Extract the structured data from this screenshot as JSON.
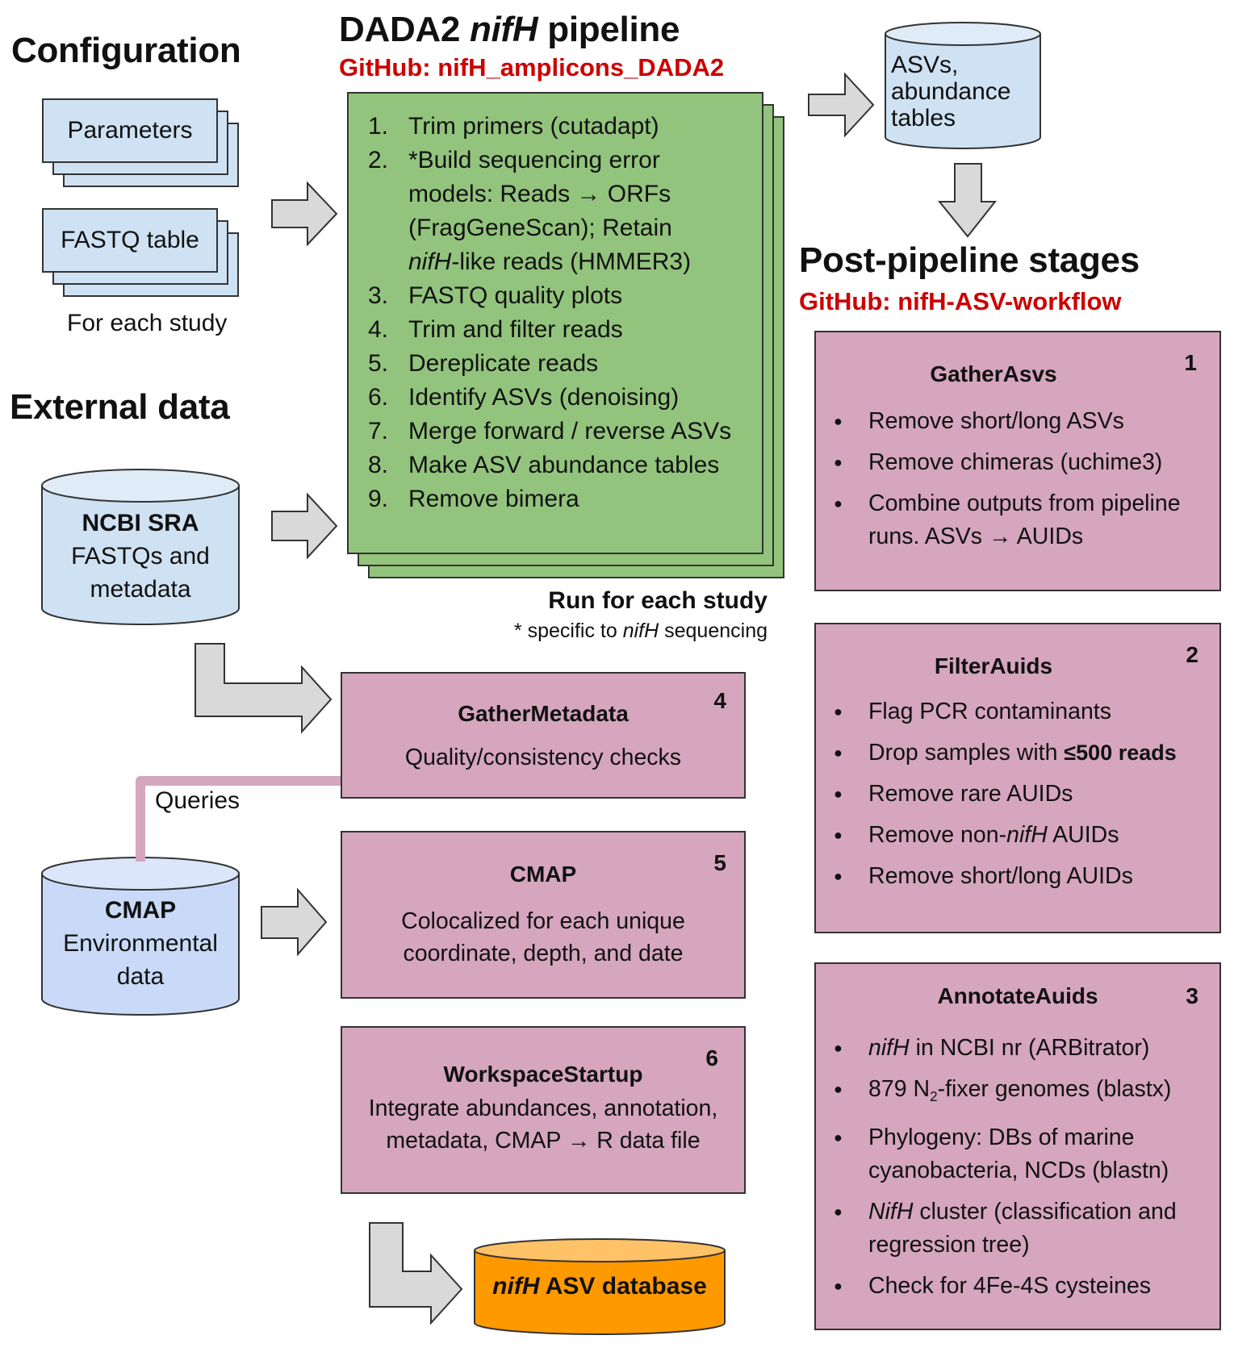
{
  "configuration": {
    "heading": "Configuration",
    "docs": [
      {
        "label": "Parameters"
      },
      {
        "label": "FASTQ table"
      }
    ],
    "caption": "For each study"
  },
  "external": {
    "heading": "External data",
    "ncbi": {
      "title": "NCBI SRA",
      "line1": "FASTQs and",
      "line2": "metadata"
    },
    "cmap": {
      "title": "CMAP",
      "line1": "Environmental",
      "line2": "data"
    },
    "queries_label": "Queries"
  },
  "pipeline": {
    "heading_pre": "DADA2 ",
    "heading_ital": "nifH",
    "heading_post": " pipeline",
    "github": "GitHub: nifH_amplicons_DADA2",
    "steps": [
      {
        "num": "1.",
        "text": "Trim primers (cutadapt)"
      },
      {
        "num": "2.",
        "line1": "*Build sequencing error",
        "line2": "models:  Reads → ORFs",
        "line3": "(FragGeneScan); Retain",
        "line4_ital": "nifH",
        "line4_rest": "-like reads (HMMER3)"
      },
      {
        "num": "3.",
        "text": "FASTQ quality plots"
      },
      {
        "num": "4.",
        "text": "Trim and filter reads"
      },
      {
        "num": "5.",
        "text": "Dereplicate reads"
      },
      {
        "num": "6.",
        "text": "Identify ASVs (denoising)"
      },
      {
        "num": "7.",
        "text": "Merge forward / reverse ASVs"
      },
      {
        "num": "8.",
        "text": "Make ASV abundance tables"
      },
      {
        "num": "9.",
        "text": "Remove bimera"
      }
    ],
    "run_label": "Run for each study",
    "footnote_pre": "* specific to ",
    "footnote_ital": "nifH",
    "footnote_post": " sequencing"
  },
  "asv_store": {
    "line1": "ASVs,",
    "line2": "abundance",
    "line3": "tables"
  },
  "post": {
    "heading": "Post-pipeline stages",
    "github": "GitHub: nifH-ASV-workflow"
  },
  "stages": {
    "gather_asvs": {
      "num": "1",
      "title": "GatherAsvs",
      "bullets": [
        "Remove short/long ASVs",
        "Remove chimeras (uchime3)",
        "Combine outputs from pipeline runs. ASVs → AUIDs"
      ]
    },
    "filter_auids": {
      "num": "2",
      "title": "FilterAuids",
      "b1": "Flag PCR contaminants",
      "b2_pre": "Drop samples with ",
      "b2_bold": "≤500 reads",
      "b3": "Remove rare AUIDs",
      "b4_pre": "Remove non-",
      "b4_ital": "nifH",
      "b4_post": " AUIDs",
      "b5": "Remove short/long AUIDs"
    },
    "annotate_auids": {
      "num": "3",
      "title": "AnnotateAuids",
      "b1_ital": "nifH",
      "b1_rest": " in NCBI nr (ARBitrator)",
      "b2_pre": "879 N",
      "b2_sub": "2",
      "b2_post": "-fixer genomes (blastx)",
      "b3": "Phylogeny: DBs of marine cyanobacteria, NCDs (blastn)",
      "b4_ital": "NifH",
      "b4_rest": " cluster (classification and regression tree)",
      "b5": "Check for 4Fe-4S cysteines"
    },
    "gather_metadata": {
      "num": "4",
      "title": "GatherMetadata",
      "desc": "Quality/consistency checks"
    },
    "cmap": {
      "num": "5",
      "title": "CMAP",
      "line1": "Colocalized for each unique",
      "line2": "coordinate, depth, and date"
    },
    "workspace": {
      "num": "6",
      "title": "WorkspaceStartup",
      "line1": "Integrate abundances, annotation,",
      "line2": "metadata, CMAP → R data file"
    }
  },
  "database": {
    "ital": "nifH",
    "rest": " ASV database"
  },
  "colors": {
    "red": "#cc0000",
    "blue": "#cfe2f3",
    "cmap_blue": "#c9daf8",
    "green": "#93c47d",
    "pink": "#d5a6bd",
    "orange": "#ff9900",
    "arrow": "#d9d9d9"
  }
}
